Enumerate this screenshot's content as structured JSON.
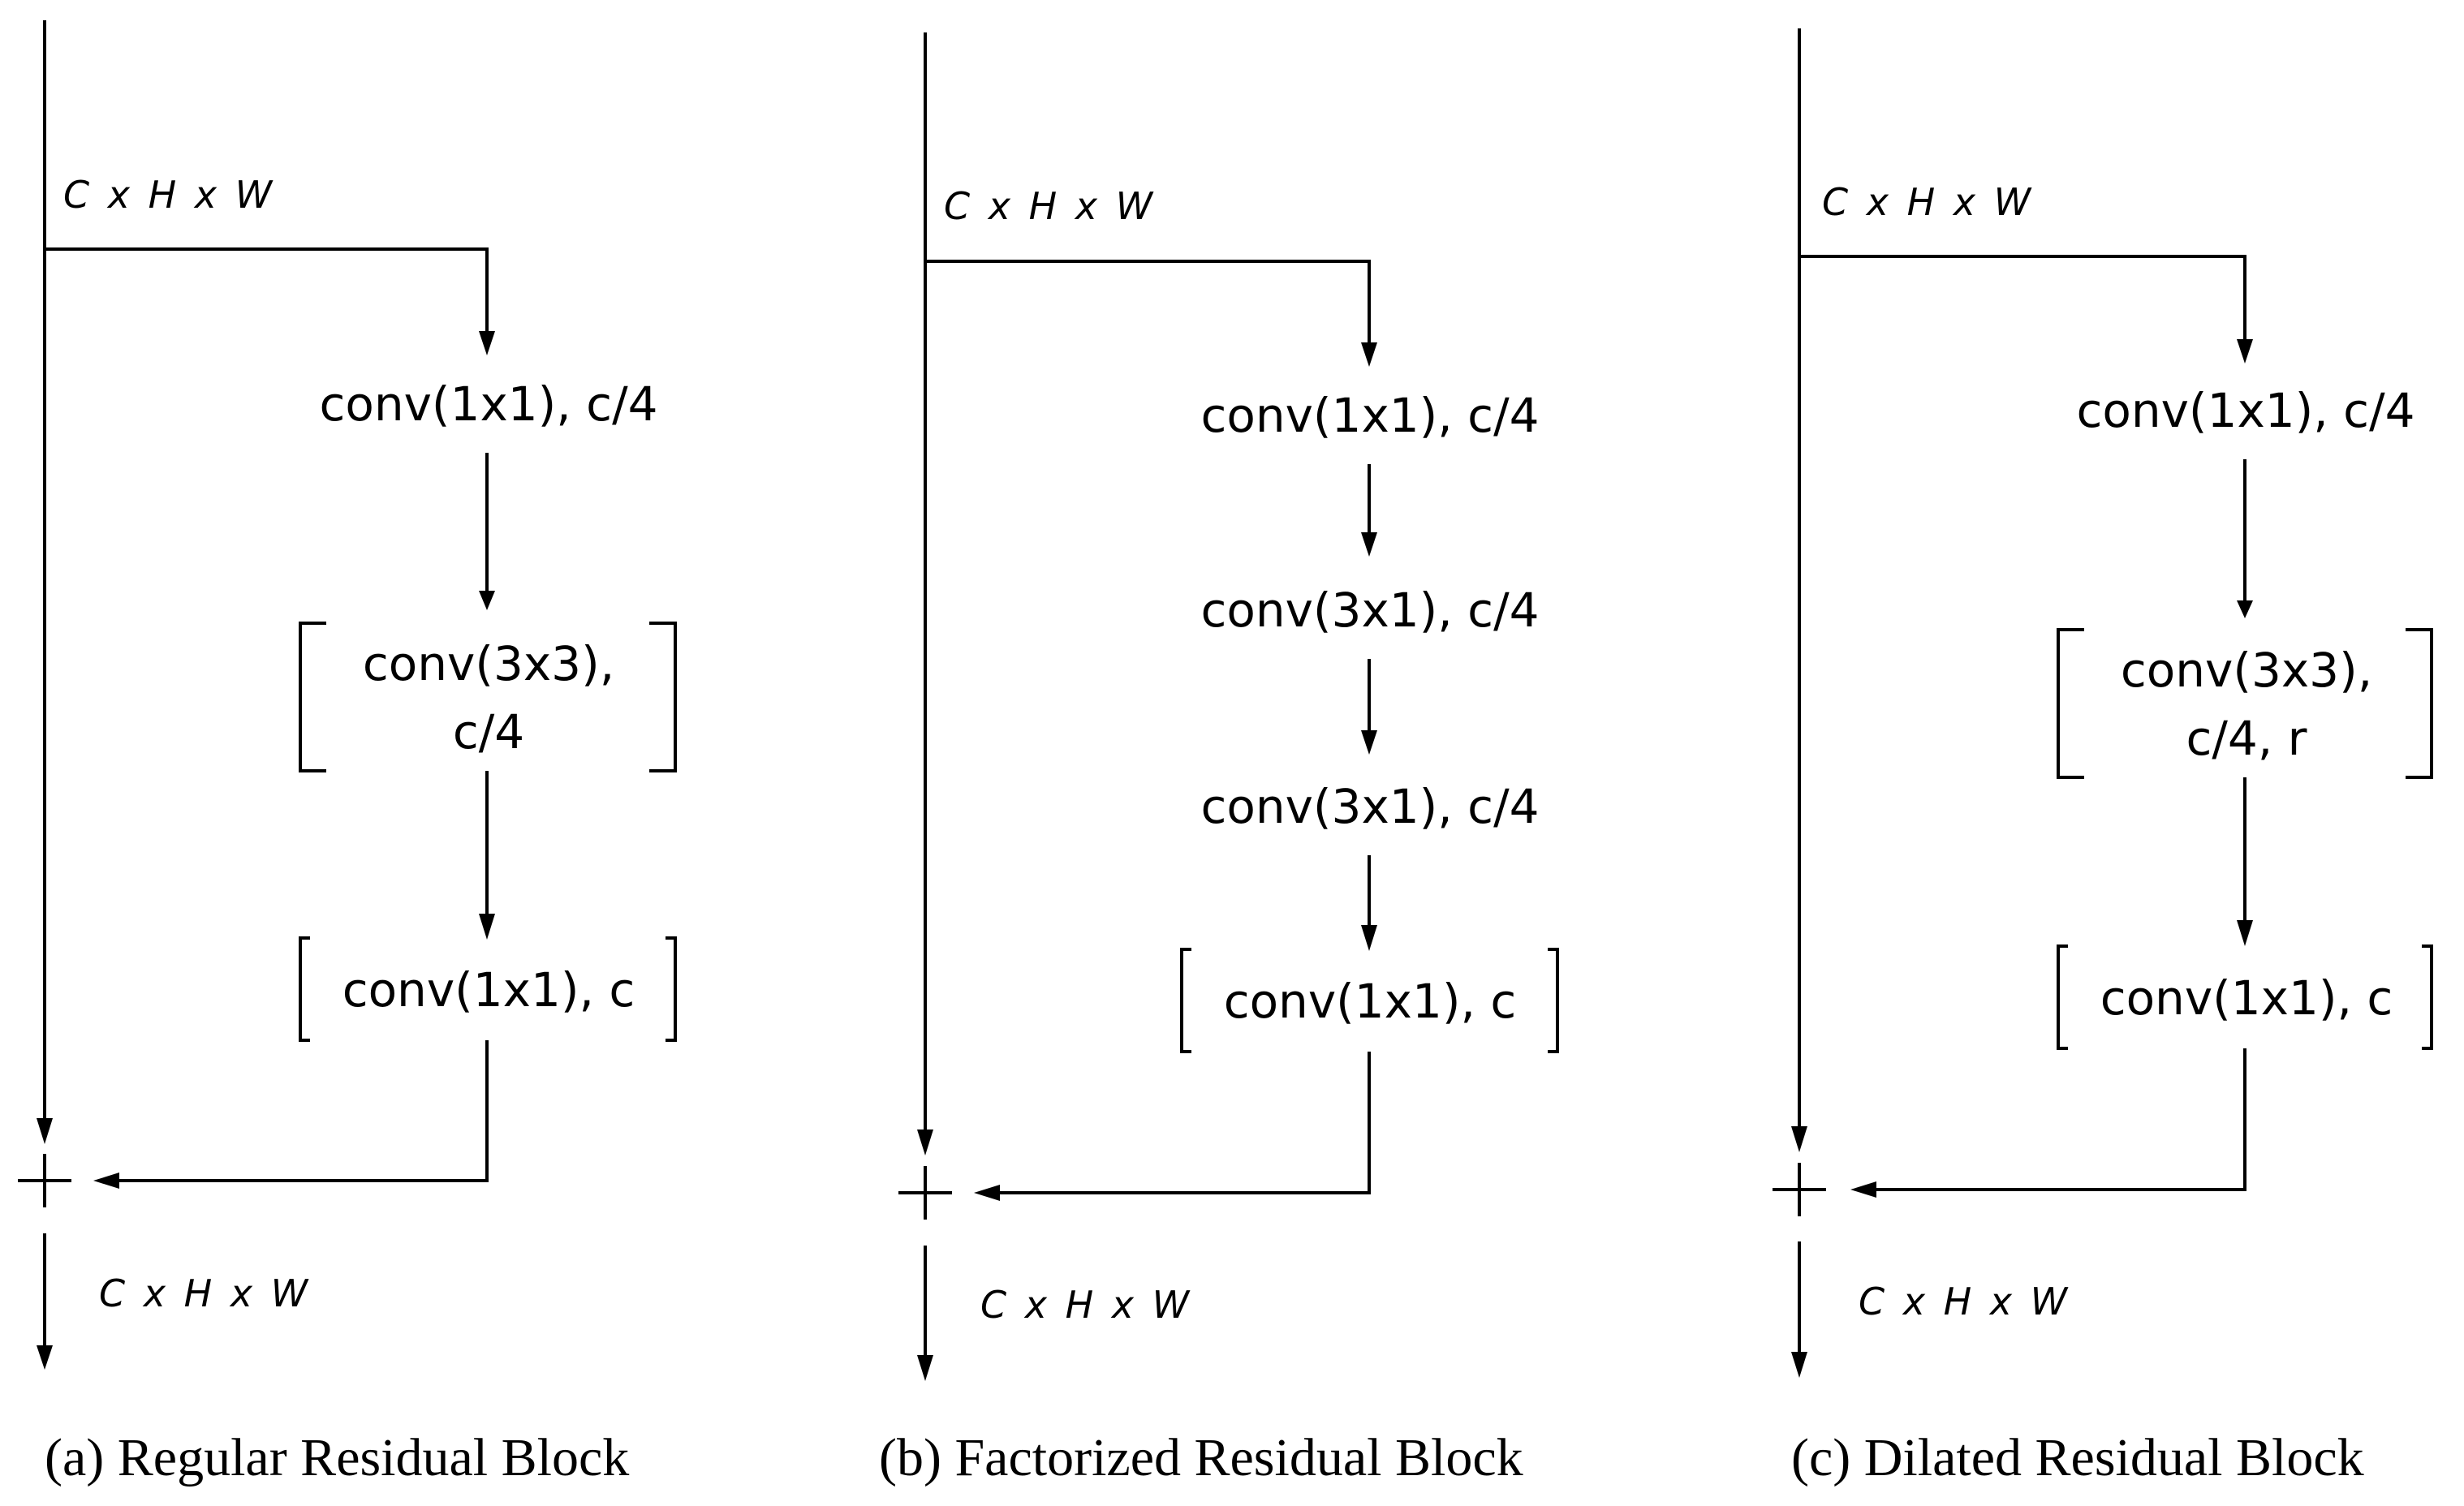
{
  "diagram": {
    "panels": [
      {
        "caption": "(a) Regular Residual Block",
        "input_dim": "C x H x W",
        "output_dim": "C x H x W",
        "nodes": [
          {
            "lines": [
              "conv(1x1), c/4"
            ],
            "bracketed": false
          },
          {
            "lines": [
              "conv(3x3),",
              "c/4"
            ],
            "bracketed": true
          },
          {
            "lines": [
              "conv(1x1), c"
            ],
            "bracketed": true
          }
        ]
      },
      {
        "caption": "(b) Factorized Residual Block",
        "input_dim": "C x H x W",
        "output_dim": "C x H x W",
        "nodes": [
          {
            "lines": [
              "conv(1x1), c/4"
            ],
            "bracketed": false
          },
          {
            "lines": [
              "conv(3x1), c/4"
            ],
            "bracketed": false
          },
          {
            "lines": [
              "conv(3x1), c/4"
            ],
            "bracketed": false
          },
          {
            "lines": [
              "conv(1x1), c"
            ],
            "bracketed": true
          }
        ]
      },
      {
        "caption": "(c) Dilated Residual Block",
        "input_dim": "C x H x W",
        "output_dim": "C x H x W",
        "nodes": [
          {
            "lines": [
              "conv(1x1), c/4"
            ],
            "bracketed": false
          },
          {
            "lines": [
              "conv(3x3),",
              "c/4, r"
            ],
            "bracketed": true
          },
          {
            "lines": [
              "conv(1x1), c"
            ],
            "bracketed": true
          }
        ]
      }
    ]
  }
}
